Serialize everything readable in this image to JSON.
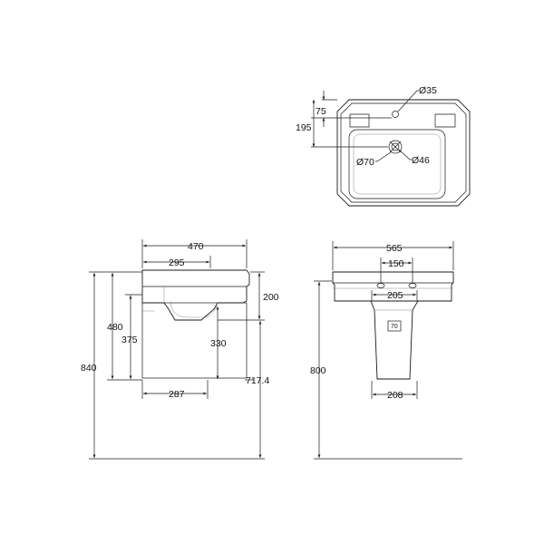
{
  "plan_view": {
    "dim_tap_hole": "Ø35",
    "dim_tap_offset": "75",
    "dim_waste_offset": "195",
    "dim_waste_outlet": "Ø70",
    "dim_waste_inner": "Ø46"
  },
  "side_view": {
    "dim_overall_depth": "470",
    "dim_bowl_depth": "295",
    "dim_rim_to_waste": "200",
    "dim_basin_height": "480",
    "dim_bracket_height": "375",
    "dim_waste_height": "330",
    "dim_total_height": "840",
    "dim_waste_floor": "717.4",
    "dim_base_depth": "287"
  },
  "front_view": {
    "dim_overall_width": "565",
    "dim_tap_centres": "150",
    "dim_bowl_width": "205",
    "dim_pedestal_height": "800",
    "dim_pedestal_base": "208",
    "dim_pedestal_slot": "70"
  }
}
